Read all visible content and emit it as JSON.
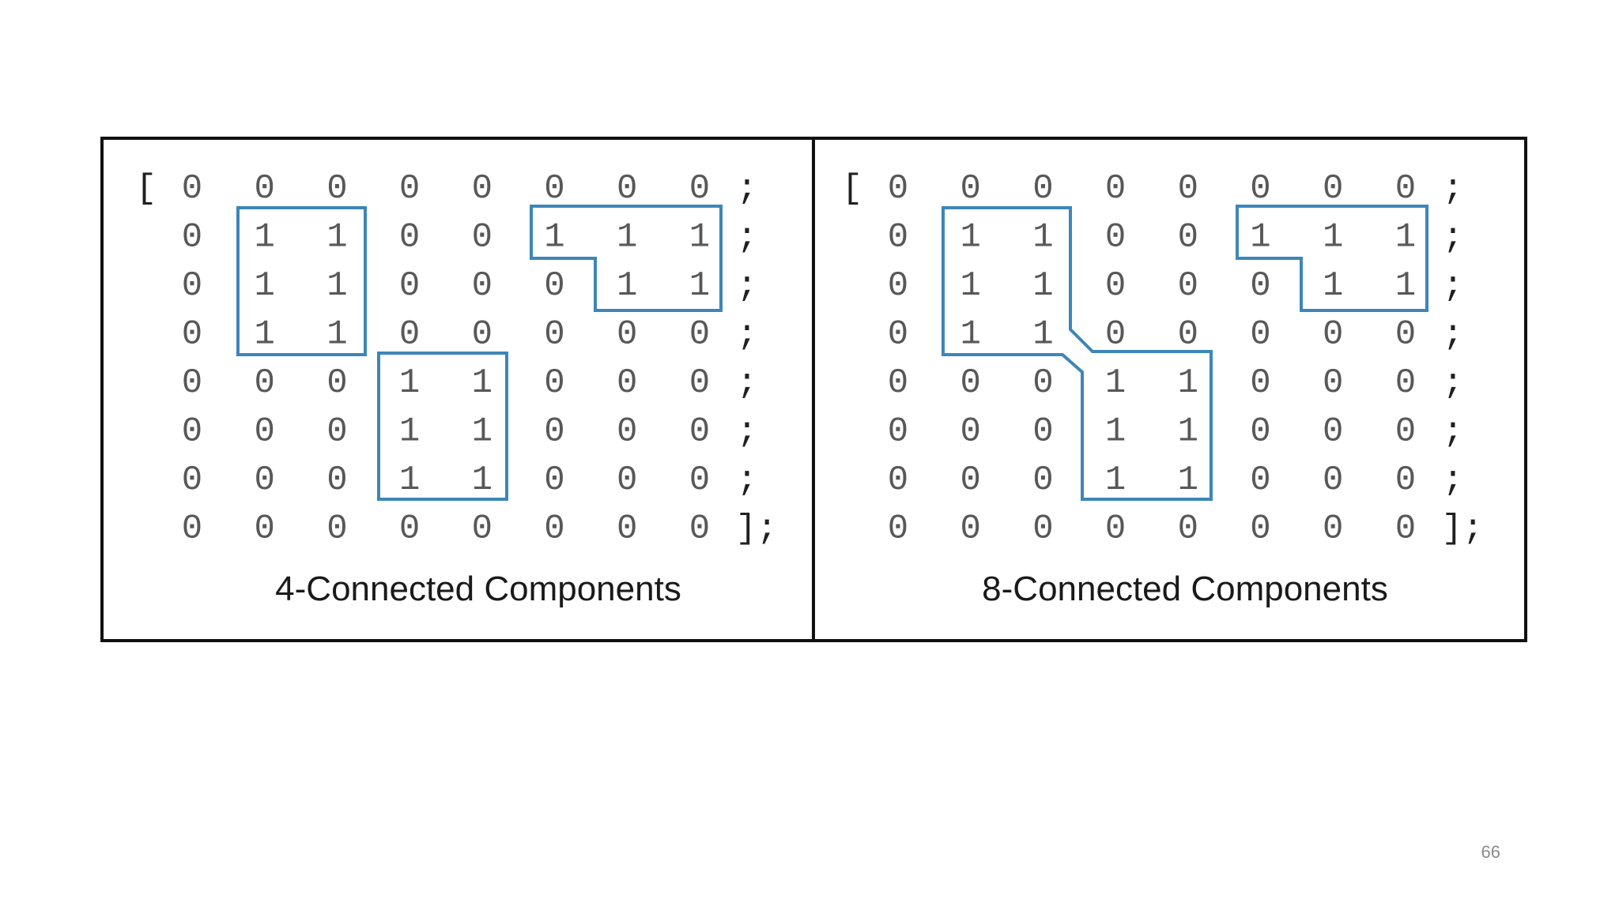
{
  "page_number": "66",
  "panels": [
    {
      "caption": "4-Connected Components",
      "open_bracket": "[",
      "row_end": ";",
      "final_end": "];",
      "matrix": [
        [
          "0",
          "0",
          "0",
          "0",
          "0",
          "0",
          "0",
          "0"
        ],
        [
          "0",
          "1",
          "1",
          "0",
          "0",
          "1",
          "1",
          "1"
        ],
        [
          "0",
          "1",
          "1",
          "0",
          "0",
          "0",
          "1",
          "1"
        ],
        [
          "0",
          "1",
          "1",
          "0",
          "0",
          "0",
          "0",
          "0"
        ],
        [
          "0",
          "0",
          "0",
          "1",
          "1",
          "0",
          "0",
          "0"
        ],
        [
          "0",
          "0",
          "0",
          "1",
          "1",
          "0",
          "0",
          "0"
        ],
        [
          "0",
          "0",
          "0",
          "1",
          "1",
          "0",
          "0",
          "0"
        ],
        [
          "0",
          "0",
          "0",
          "0",
          "0",
          "0",
          "0",
          "0"
        ]
      ],
      "highlight_color": "#3d86b8"
    },
    {
      "caption": "8-Connected Components",
      "open_bracket": "[",
      "row_end": ";",
      "final_end": "];",
      "matrix": [
        [
          "0",
          "0",
          "0",
          "0",
          "0",
          "0",
          "0",
          "0"
        ],
        [
          "0",
          "1",
          "1",
          "0",
          "0",
          "1",
          "1",
          "1"
        ],
        [
          "0",
          "1",
          "1",
          "0",
          "0",
          "0",
          "1",
          "1"
        ],
        [
          "0",
          "1",
          "1",
          "0",
          "0",
          "0",
          "0",
          "0"
        ],
        [
          "0",
          "0",
          "0",
          "1",
          "1",
          "0",
          "0",
          "0"
        ],
        [
          "0",
          "0",
          "0",
          "1",
          "1",
          "0",
          "0",
          "0"
        ],
        [
          "0",
          "0",
          "0",
          "1",
          "1",
          "0",
          "0",
          "0"
        ],
        [
          "0",
          "0",
          "0",
          "0",
          "0",
          "0",
          "0",
          "0"
        ]
      ],
      "highlight_color": "#3d86b8"
    }
  ]
}
